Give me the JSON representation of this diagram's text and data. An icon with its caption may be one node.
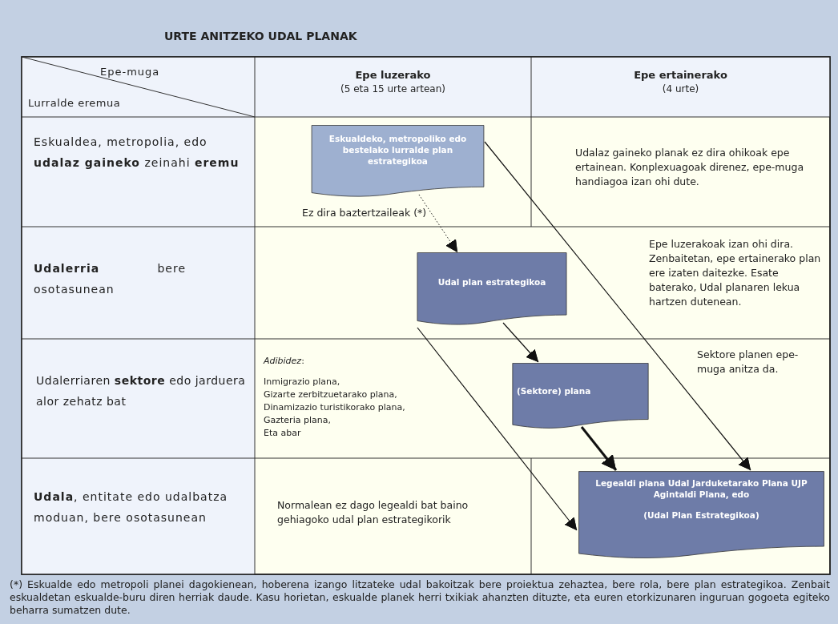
{
  "diagram": {
    "title": "URTE ANITZEKO UDAL PLANAK",
    "caption": "(*) Eskualde edo metropoli planei dagokienean, hoberena izango litzateke udal bakoitzak bere proiektua zehaztea, bere rola, bere plan estrategikoa. Zenbait eskualdetan eskualde-buru diren herriak daude. Kasu horietan, eskualde planek herri txikiak ahanzten dituzte, eta euren etorkizunaren inguruan gogoeta egiteko beharra sumatzen dute.",
    "nodes": [
      {
        "text": [
          "Eskualdeko, metropoliko edo bestelako lurralde plan estrategikoa"
        ]
      },
      {
        "text": [
          "Udal plan estrategikoa"
        ]
      },
      {
        "text": [
          "(Sektore) plana"
        ]
      },
      {
        "text": [
          "Legealdi plana Udal Jarduketarako Plana UJP Agintaldi Plana, edo",
          "(Udal Plan Estrategikoa)"
        ]
      }
    ],
    "edges": [
      {
        "from": 0,
        "to": 1,
        "arrow": "to",
        "style": "dashed",
        "label": "Ez dira baztertzaileak (*)"
      },
      {
        "from": 0,
        "to": 3,
        "arrow": "to"
      },
      {
        "from": 1,
        "to": 2,
        "arrow": "to"
      },
      {
        "from": 1,
        "to": 3,
        "arrow": "to"
      },
      {
        "from": 2,
        "to": 3,
        "arrow": "to",
        "style": "thick"
      }
    ],
    "labels": [
      "Epe-muga",
      "Lurralde eremua",
      "Epe luzerako",
      "(5 eta 15 urte artean)",
      "Epe ertainerako",
      "(4 urte)",
      "Eskualdea, metropolia, edo **udalaz gaineko** zeinahi **eremu**",
      "Udalaz gaineko planak ez dira ohikoak epe ertainean. Konplexuagoak direnez, epe-muga handiagoa izan ohi dute.",
      "**Udalerria** bere osotasunean",
      "Epe luzerakoak izan ohi dira. Zenbaitetan, epe ertainerako plan ere izaten daitezke. Esate baterako, Udal planaren lekua hartzen dutenean.",
      "Udalerriaren **sektore** edo jarduera alor zehatz bat",
      "*Adibidez*:",
      "Inmigrazio plana,",
      "Gizarte zerbitzuetarako plana,",
      "Dinamizazio turistikorako plana,",
      "Gazteria plana,",
      "Eta abar",
      "Sektore planen epe-muga anitza da.",
      "**Udala**, entitate edo udalbatza moduan, bere osotasunean",
      "Normalean ez dago legealdi bat baino gehiagoko udal plan estrategikorik"
    ]
  }
}
